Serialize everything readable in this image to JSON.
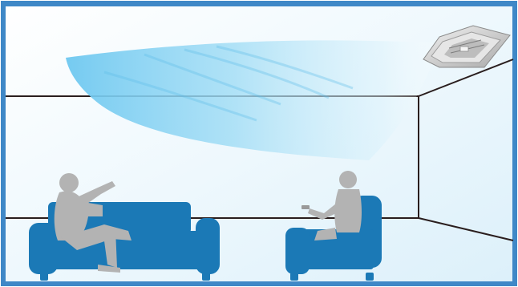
{
  "scene": {
    "subject": "ceiling-cassette-air-conditioner",
    "colors": {
      "frame": "#3f88c7",
      "wall_bg": "#e9f5fc",
      "lines": "#2a1e1e",
      "sofa": "#1b79b6",
      "person": "#b3b3b3",
      "airflow": "#7fd0f2",
      "unit": "#c9c9c9"
    },
    "elements": {
      "air_conditioner": "cassette-ac-unit",
      "airflow": "cool-air-stream",
      "sofa": "three-seat-sofa",
      "armchair": "armchair",
      "person_left": "reclining-person-pointing",
      "person_right": "seated-person-with-remote"
    }
  }
}
